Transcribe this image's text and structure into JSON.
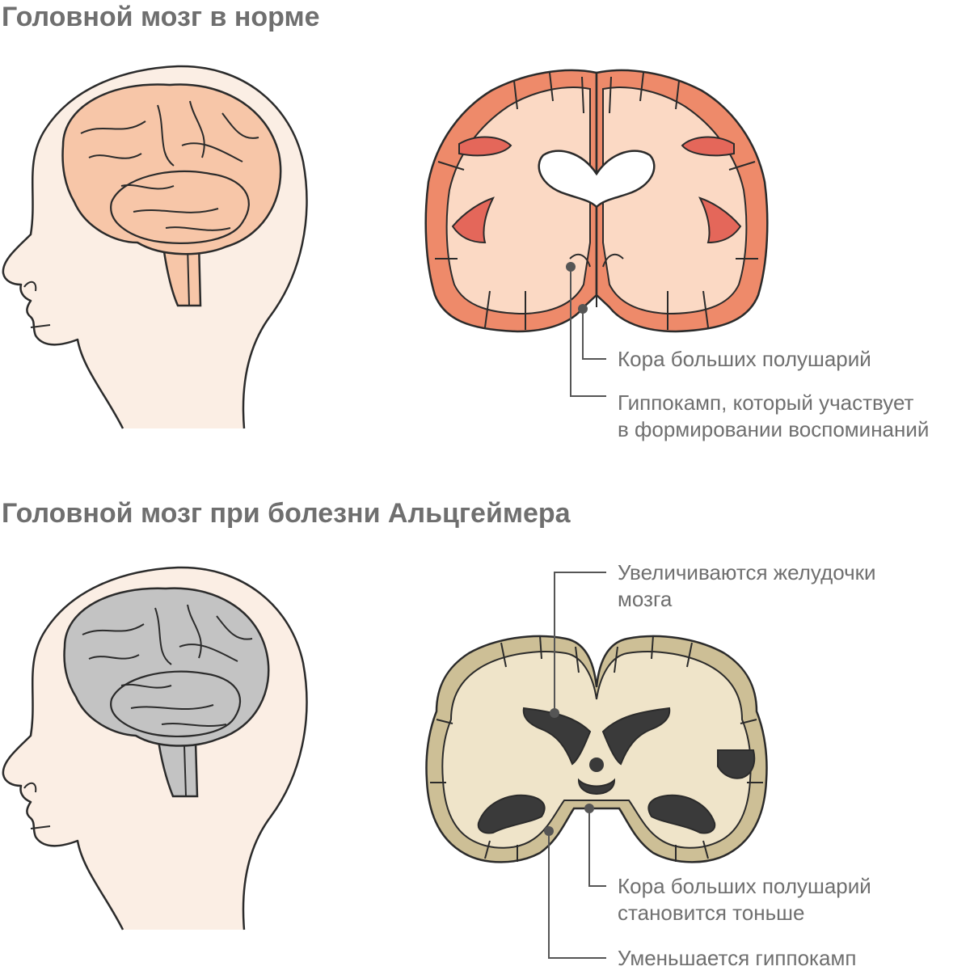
{
  "sections": {
    "normal": {
      "title": "Головной мозг в норме",
      "labels": {
        "cortex": "Кора больших полушарий",
        "hippocampus_line1": "Гиппокамп, который участвует",
        "hippocampus_line2": "в формировании воспоминаний"
      }
    },
    "alzheimer": {
      "title": "Головной мозг при болезни Альцгеймера",
      "labels": {
        "ventricles_line1": "Увеличиваются желудочки",
        "ventricles_line2": "мозга",
        "cortex_line1": "Кора больших полушарий",
        "cortex_line2": "становится тоньше",
        "hippocampus": "Уменьшается гиппокамп"
      }
    }
  },
  "colors": {
    "outline": "#2b2b2b",
    "head_fill": "#fbeee4",
    "halo": "#f6dccb",
    "normal_brain": "#f7c6a8",
    "normal_cortex": "#ee8a6a",
    "normal_white_matter": "#fbd9c4",
    "normal_ventricle_side": "#e4675a",
    "alz_brain": "#c3c3c3",
    "alz_cortex": "#cdbf96",
    "alz_white_matter": "#efe4c9",
    "alz_ventricle": "#3a3a3a",
    "leader": "#555555",
    "text": "#6f6f6f"
  }
}
